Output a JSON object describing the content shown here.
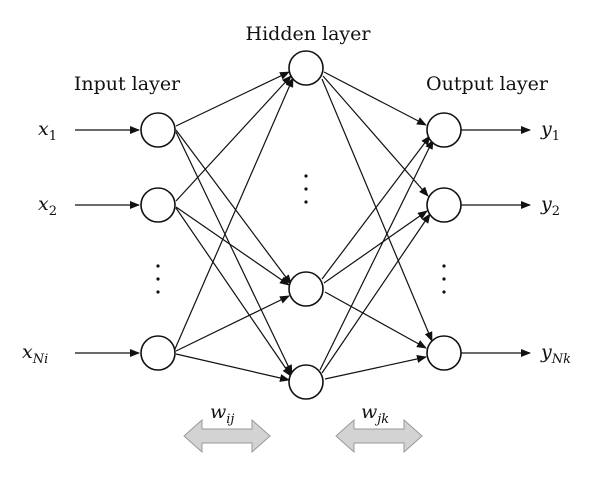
{
  "layers": {
    "input_title": "Input layer",
    "hidden_title": "Hidden layer",
    "output_title": "Output layer"
  },
  "inputs": [
    {
      "symbol": "x",
      "sub": "1"
    },
    {
      "symbol": "x",
      "sub": "2"
    },
    {
      "symbol": "x",
      "sub": "Ni"
    }
  ],
  "outputs": [
    {
      "symbol": "y",
      "sub": "1"
    },
    {
      "symbol": "y",
      "sub": "2"
    },
    {
      "symbol": "y",
      "sub": "Nk"
    }
  ],
  "weights": [
    {
      "symbol": "w",
      "sub": "ij"
    },
    {
      "symbol": "w",
      "sub": "jk"
    }
  ],
  "colors": {
    "stroke": "#111111",
    "weight_arrow_fill": "#d3d3d3",
    "weight_arrow_stroke": "#9a9a9a"
  }
}
